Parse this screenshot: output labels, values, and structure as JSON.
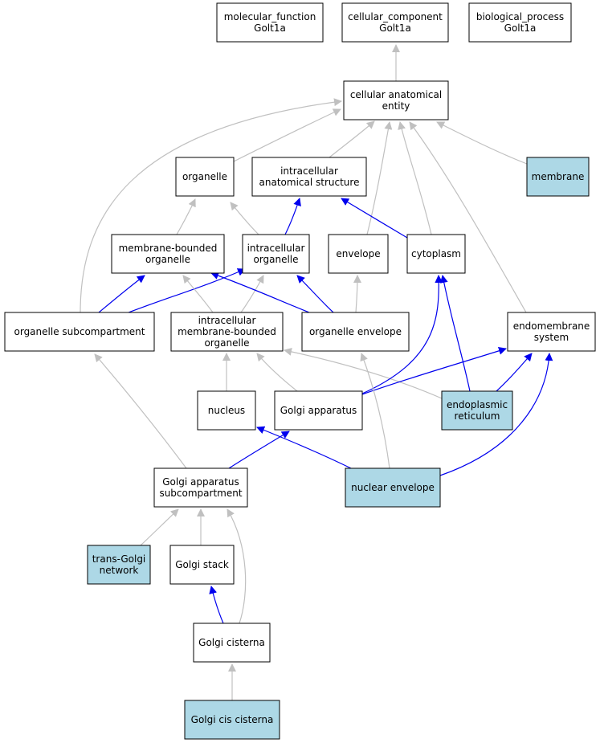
{
  "colors": {
    "node_fill": "#ffffff",
    "highlight_fill": "#add8e6",
    "is_a_edge": "#c0c0c0",
    "part_of_edge": "#0000ee"
  },
  "nodes": [
    {
      "id": "mf",
      "lines": [
        "molecular_function",
        "Golt1a"
      ],
      "highlight": false
    },
    {
      "id": "cc",
      "lines": [
        "cellular_component",
        "Golt1a"
      ],
      "highlight": false
    },
    {
      "id": "bp",
      "lines": [
        "biological_process",
        "Golt1a"
      ],
      "highlight": false
    },
    {
      "id": "cae",
      "lines": [
        "cellular anatomical",
        "entity"
      ],
      "highlight": false
    },
    {
      "id": "organelle",
      "lines": [
        "organelle"
      ],
      "highlight": false
    },
    {
      "id": "ias",
      "lines": [
        "intracellular",
        "anatomical structure"
      ],
      "highlight": false
    },
    {
      "id": "membrane",
      "lines": [
        "membrane"
      ],
      "highlight": true
    },
    {
      "id": "mbo",
      "lines": [
        "membrane-bounded",
        "organelle"
      ],
      "highlight": false
    },
    {
      "id": "io",
      "lines": [
        "intracellular",
        "organelle"
      ],
      "highlight": false
    },
    {
      "id": "envelope",
      "lines": [
        "envelope"
      ],
      "highlight": false
    },
    {
      "id": "cytoplasm",
      "lines": [
        "cytoplasm"
      ],
      "highlight": false
    },
    {
      "id": "osc",
      "lines": [
        "organelle subcompartment"
      ],
      "highlight": false
    },
    {
      "id": "imbo",
      "lines": [
        "intracellular",
        "membrane-bounded",
        "organelle"
      ],
      "highlight": false
    },
    {
      "id": "oenv",
      "lines": [
        "organelle envelope"
      ],
      "highlight": false
    },
    {
      "id": "endo",
      "lines": [
        "endomembrane",
        "system"
      ],
      "highlight": false
    },
    {
      "id": "nucleus",
      "lines": [
        "nucleus"
      ],
      "highlight": false
    },
    {
      "id": "golgi",
      "lines": [
        "Golgi apparatus"
      ],
      "highlight": false
    },
    {
      "id": "er",
      "lines": [
        "endoplasmic",
        "reticulum"
      ],
      "highlight": true
    },
    {
      "id": "gasc",
      "lines": [
        "Golgi apparatus",
        "subcompartment"
      ],
      "highlight": false
    },
    {
      "id": "nenv",
      "lines": [
        "nuclear envelope"
      ],
      "highlight": true
    },
    {
      "id": "tgn",
      "lines": [
        "trans-Golgi",
        "network"
      ],
      "highlight": true
    },
    {
      "id": "gstack",
      "lines": [
        "Golgi stack"
      ],
      "highlight": false
    },
    {
      "id": "gcist",
      "lines": [
        "Golgi cisterna"
      ],
      "highlight": false
    },
    {
      "id": "gcis",
      "lines": [
        "Golgi cis cisterna"
      ],
      "highlight": true
    }
  ],
  "edges": [
    {
      "from": "cae",
      "to": "cc",
      "type": "is_a"
    },
    {
      "from": "organelle",
      "to": "cae",
      "type": "is_a"
    },
    {
      "from": "ias",
      "to": "cae",
      "type": "is_a"
    },
    {
      "from": "membrane",
      "to": "cae",
      "type": "is_a"
    },
    {
      "from": "envelope",
      "to": "cae",
      "type": "is_a"
    },
    {
      "from": "cytoplasm",
      "to": "cae",
      "type": "is_a"
    },
    {
      "from": "endo",
      "to": "cae",
      "type": "is_a"
    },
    {
      "from": "osc",
      "to": "cae",
      "type": "is_a"
    },
    {
      "from": "mbo",
      "to": "organelle",
      "type": "is_a"
    },
    {
      "from": "io",
      "to": "organelle",
      "type": "is_a"
    },
    {
      "from": "io",
      "to": "ias",
      "type": "part_of"
    },
    {
      "from": "cytoplasm",
      "to": "ias",
      "type": "part_of"
    },
    {
      "from": "osc",
      "to": "mbo",
      "type": "part_of"
    },
    {
      "from": "osc",
      "to": "io",
      "type": "part_of"
    },
    {
      "from": "imbo",
      "to": "mbo",
      "type": "is_a"
    },
    {
      "from": "imbo",
      "to": "io",
      "type": "is_a"
    },
    {
      "from": "oenv",
      "to": "mbo",
      "type": "part_of"
    },
    {
      "from": "oenv",
      "to": "io",
      "type": "part_of"
    },
    {
      "from": "oenv",
      "to": "envelope",
      "type": "is_a"
    },
    {
      "from": "nucleus",
      "to": "imbo",
      "type": "is_a"
    },
    {
      "from": "golgi",
      "to": "imbo",
      "type": "is_a"
    },
    {
      "from": "er",
      "to": "imbo",
      "type": "is_a"
    },
    {
      "from": "golgi",
      "to": "cytoplasm",
      "type": "part_of"
    },
    {
      "from": "er",
      "to": "cytoplasm",
      "type": "part_of"
    },
    {
      "from": "golgi",
      "to": "endo",
      "type": "part_of"
    },
    {
      "from": "er",
      "to": "endo",
      "type": "part_of"
    },
    {
      "from": "nenv",
      "to": "endo",
      "type": "part_of"
    },
    {
      "from": "nenv",
      "to": "oenv",
      "type": "is_a"
    },
    {
      "from": "nenv",
      "to": "nucleus",
      "type": "part_of"
    },
    {
      "from": "gasc",
      "to": "golgi",
      "type": "part_of"
    },
    {
      "from": "gasc",
      "to": "osc",
      "type": "is_a"
    },
    {
      "from": "tgn",
      "to": "gasc",
      "type": "is_a"
    },
    {
      "from": "gstack",
      "to": "gasc",
      "type": "is_a"
    },
    {
      "from": "gcist",
      "to": "gasc",
      "type": "is_a"
    },
    {
      "from": "gcist",
      "to": "gstack",
      "type": "part_of"
    },
    {
      "from": "gcis",
      "to": "gcist",
      "type": "is_a"
    }
  ]
}
